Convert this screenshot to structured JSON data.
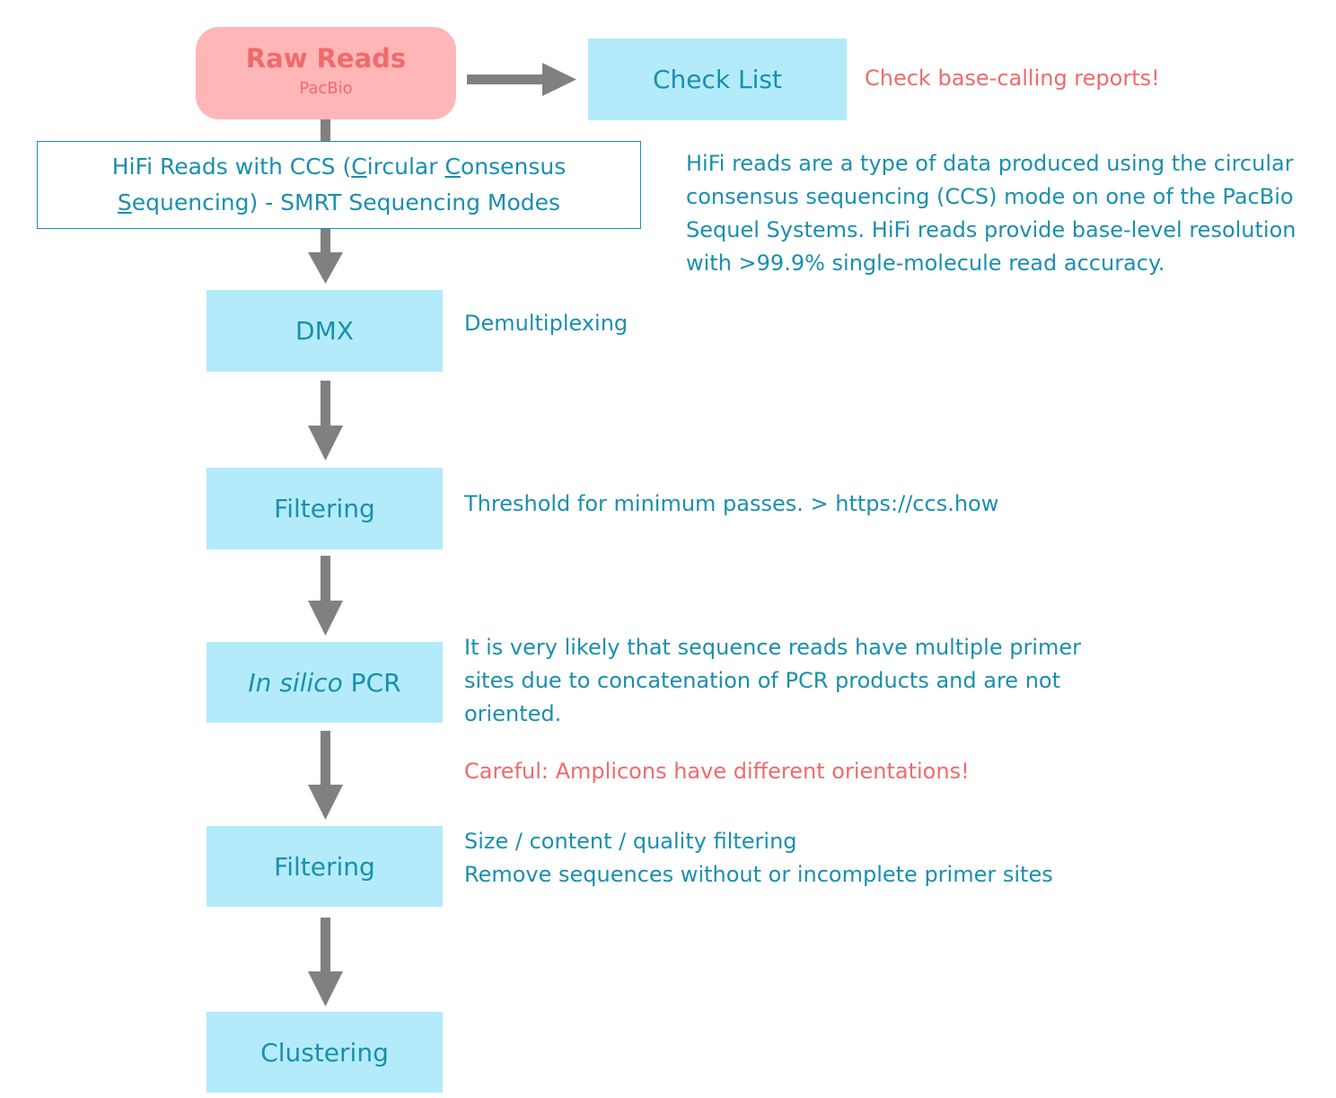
{
  "raw_reads": {
    "title": "Raw Reads",
    "subtitle": "PacBio"
  },
  "check_list": {
    "label": "Check List",
    "note": "Check base-calling reports!"
  },
  "hifi_box": {
    "line1_a": "HiFi Reads with CCS (",
    "line1_c1": "C",
    "line1_b": "ircular ",
    "line1_c2": "C",
    "line1_d": "onsensus",
    "line2_s": "S",
    "line2_rest": "equencing) - SMRT Sequencing Modes",
    "description": "HiFi reads are a type of data produced using the circular consensus sequencing (CCS) mode on one of the PacBio Sequel Systems. HiFi reads provide base-level resolution with >99.9% single-molecule read accuracy."
  },
  "steps": {
    "dmx": {
      "label": "DMX",
      "note": "Demultiplexing"
    },
    "filtering1": {
      "label": "Filtering",
      "note": "Threshold for minimum passes. > https://ccs.how"
    },
    "pcr": {
      "label_italic": "In silico",
      "label_rest": " PCR",
      "note": "It is very likely that sequence reads have multiple primer sites due to concatenation of PCR products and are not oriented.",
      "warning": "Careful: Amplicons have different orientations!"
    },
    "filtering2": {
      "label": "Filtering",
      "note_line1": "Size / content / quality filtering",
      "note_line2": "Remove sequences without or incomplete primer sites"
    },
    "clustering": {
      "label": "Clustering"
    }
  },
  "colors": {
    "box_fill": "#b3ebfa",
    "text_teal": "#1a8fae",
    "raw_fill": "#ffb6b7",
    "accent_red": "#f06a6c",
    "arrow": "#808080"
  }
}
